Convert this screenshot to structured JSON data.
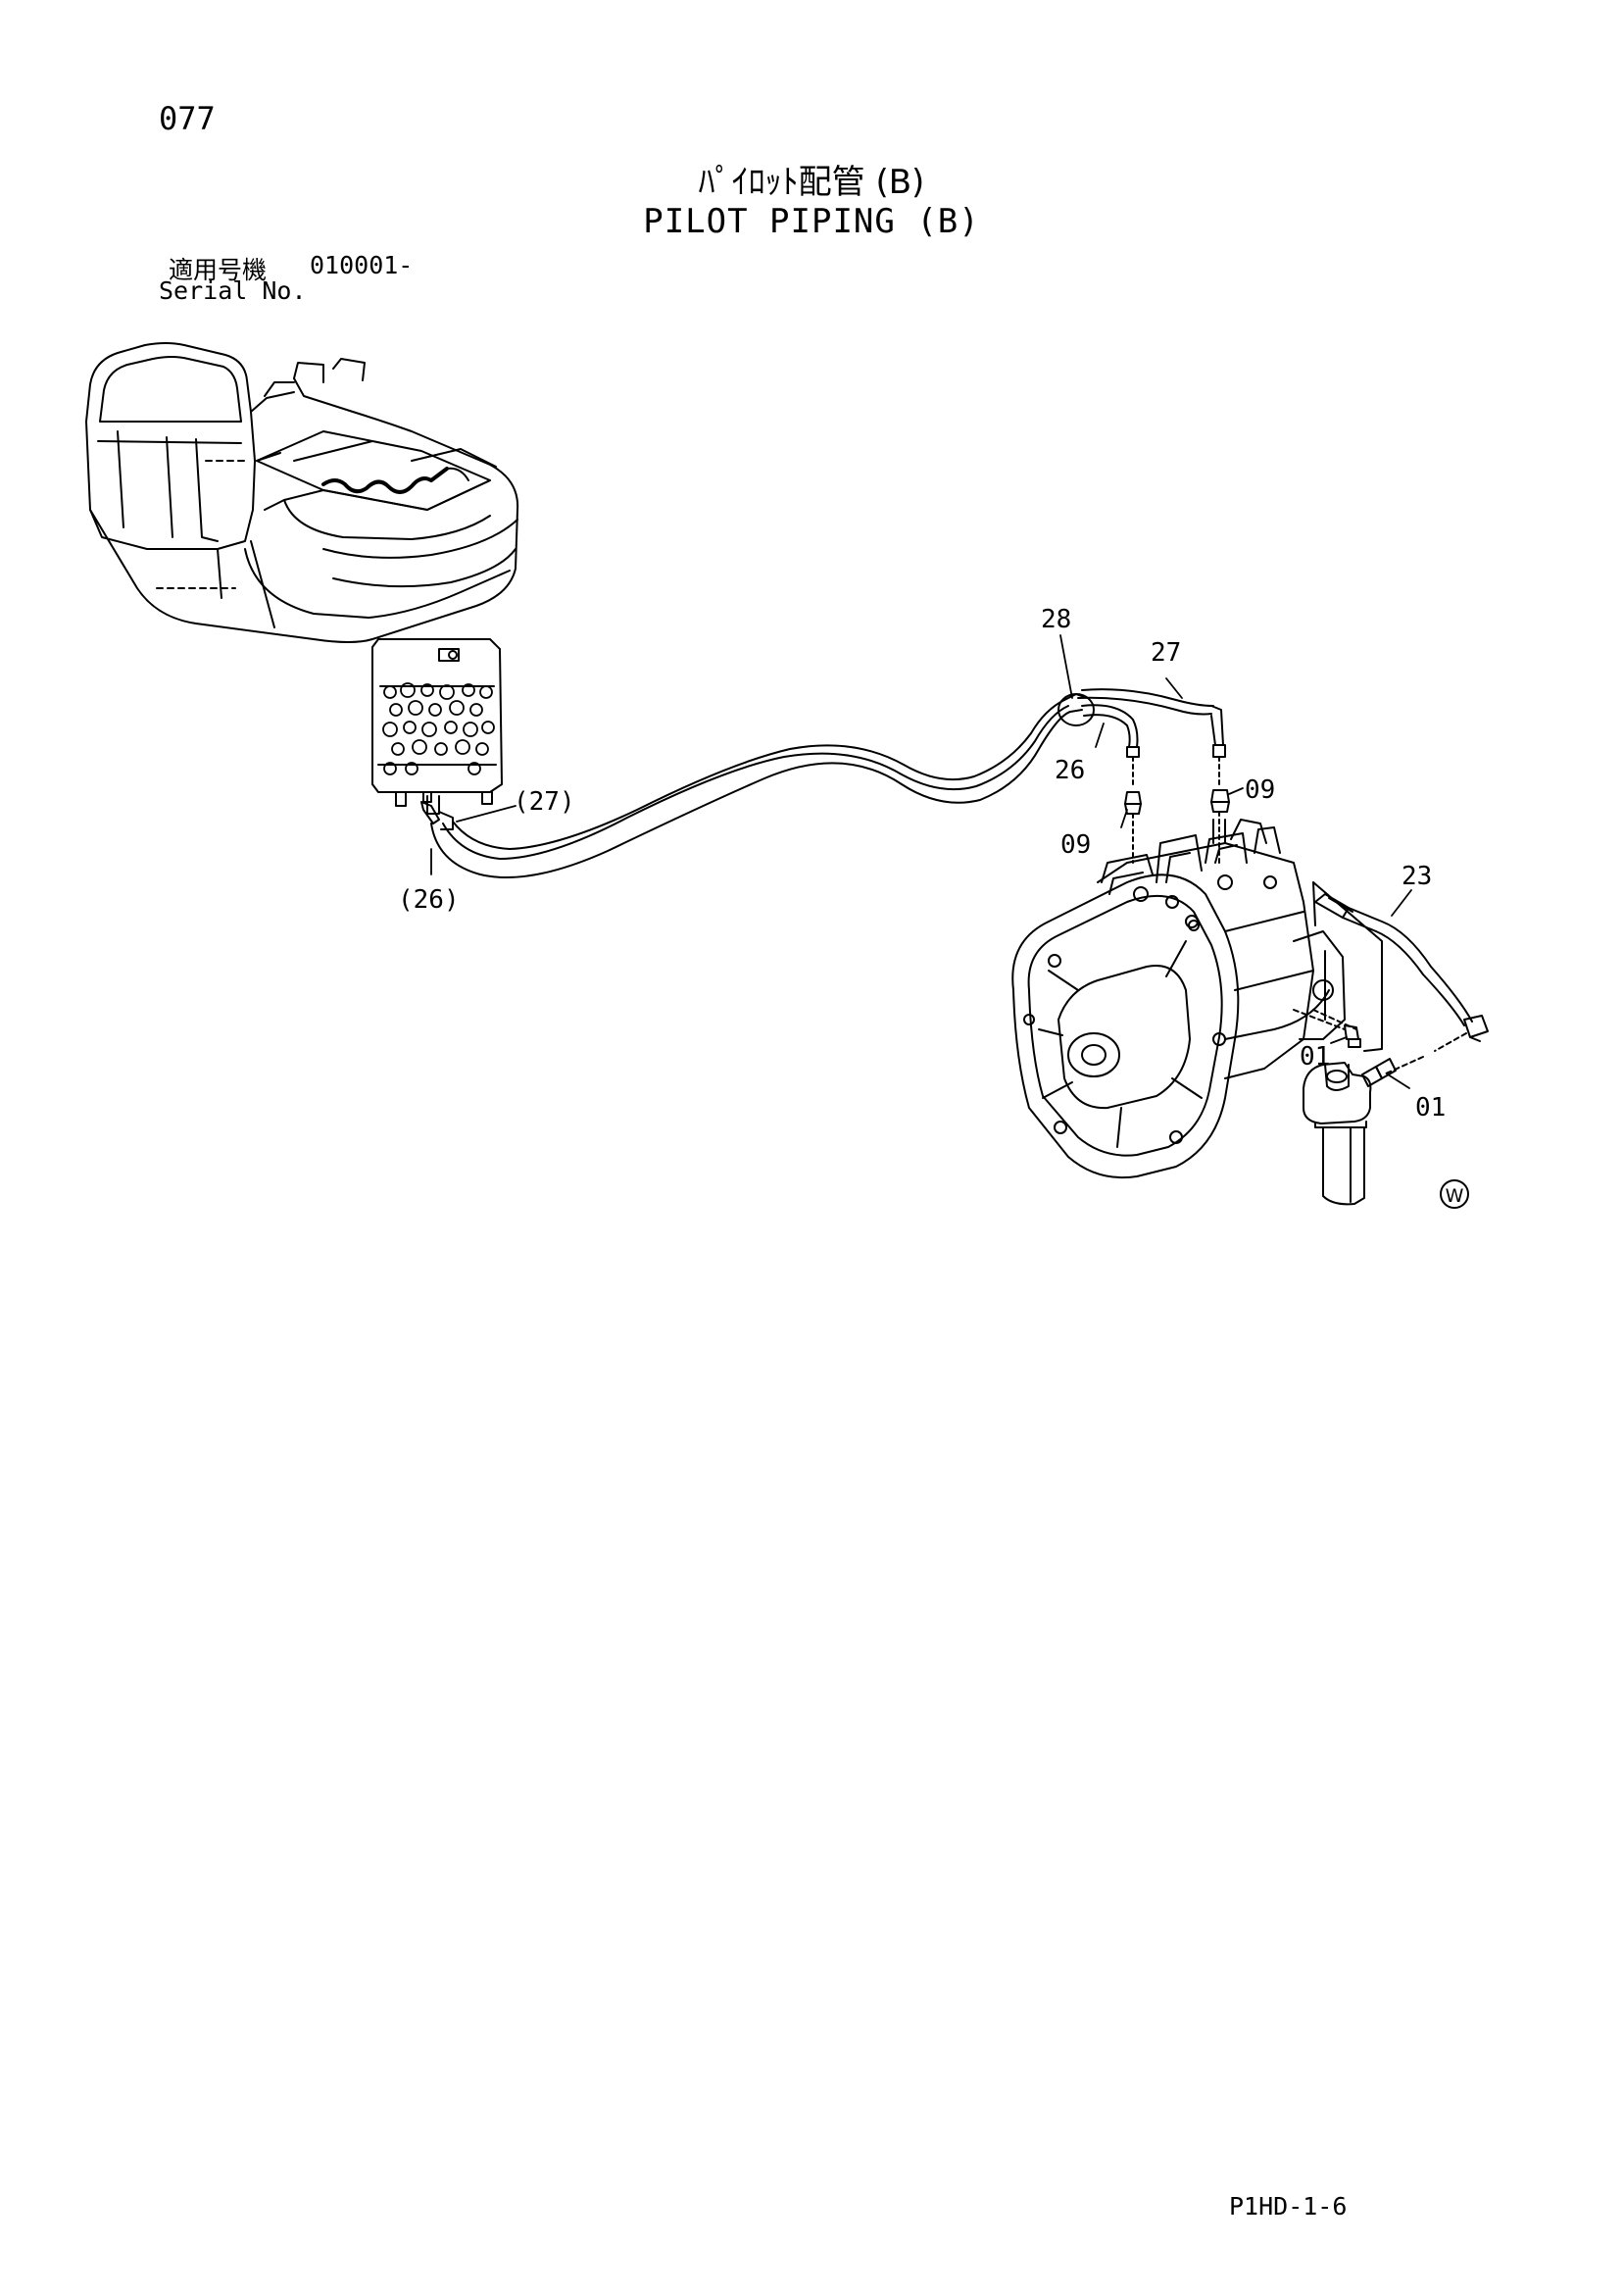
{
  "page_number": "077",
  "title_jp": "ﾊﾟｲﾛｯﾄ配管 (B)",
  "title_en": "PILOT PIPING (B)",
  "serial": {
    "label_jp": "適用号機",
    "range": "010001-",
    "label_en": "Serial No."
  },
  "callouts": {
    "c28": "28",
    "c27": "27",
    "c26": "26",
    "c09_right": "09",
    "c09_left": "09",
    "c27_paren": "(27)",
    "c26_paren": "(26)",
    "c23": "23",
    "c01_left": "01",
    "c01_right": "01",
    "w_mark": "W"
  },
  "doc_code": "P1HD-1-6"
}
